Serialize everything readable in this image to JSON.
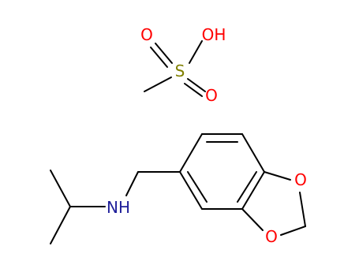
{
  "molecule": {
    "atoms": {
      "s1": {
        "label": "S"
      },
      "o_s1": {
        "label": "O"
      },
      "o_s2": {
        "label": "O"
      },
      "oh": {
        "label": "OH"
      },
      "nh": {
        "label": "NH"
      },
      "o_ring1": {
        "label": "O"
      },
      "o_ring2": {
        "label": "O"
      }
    },
    "element_colors": {
      "S": "#808000",
      "O": "#ff0000",
      "N": "#1f1f9a",
      "C": "#000000"
    }
  }
}
